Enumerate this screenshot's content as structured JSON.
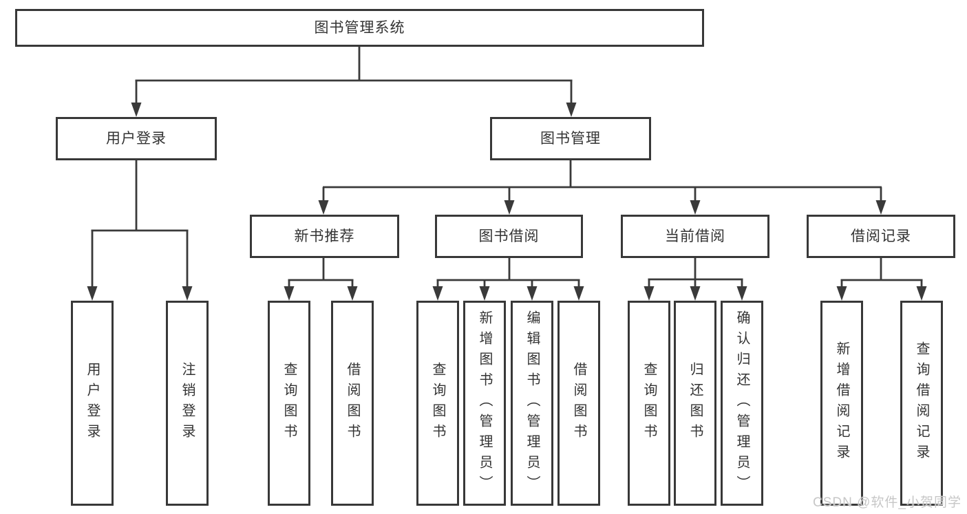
{
  "tree": {
    "root": {
      "label": "图书管理系统"
    },
    "branches": [
      {
        "label": "用户登录",
        "children": [
          {
            "label": "用户登录"
          },
          {
            "label": "注销登录"
          }
        ]
      },
      {
        "label": "图书管理",
        "sections": [
          {
            "label": "新书推荐",
            "children": [
              {
                "label": "查询图书"
              },
              {
                "label": "借阅图书"
              }
            ]
          },
          {
            "label": "图书借阅",
            "children": [
              {
                "label": "查询图书"
              },
              {
                "label": "新增图书（管理员）"
              },
              {
                "label": "编辑图书（管理员）"
              },
              {
                "label": "借阅图书"
              }
            ]
          },
          {
            "label": "当前借阅",
            "children": [
              {
                "label": "查询图书"
              },
              {
                "label": "归还图书"
              },
              {
                "label": "确认归还（管理员）"
              }
            ]
          },
          {
            "label": "借阅记录",
            "children": [
              {
                "label": "新增借阅记录"
              },
              {
                "label": "查询借阅记录"
              }
            ]
          }
        ]
      }
    ]
  },
  "watermark": {
    "text": "CSDN @软件_小贺同学"
  },
  "colors": {
    "line": "#3a3a3a",
    "border": "#383838",
    "text": "#333333",
    "background": "#ffffff",
    "watermark": "#c7c7c7"
  }
}
